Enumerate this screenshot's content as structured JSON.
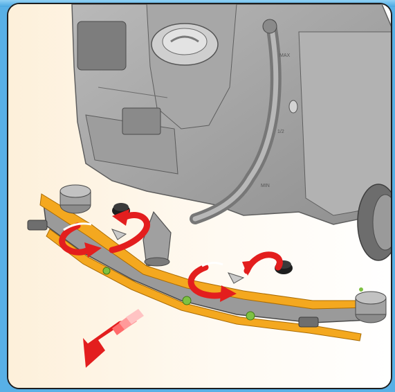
{
  "illustration": {
    "scale_labels": [
      "MAX",
      "1/2",
      "MIN"
    ],
    "colors": {
      "accent": "#e31e1e",
      "squeegee_blade": "#f4a81f",
      "frame": "#9a9a9a",
      "background_left": "#fdf0da",
      "border": "#1e1e1e",
      "header": "#58b0e6"
    }
  }
}
